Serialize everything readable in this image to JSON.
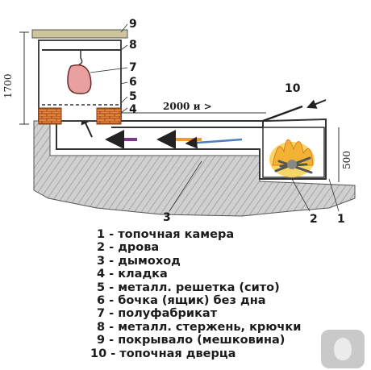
{
  "dimensions": {
    "height_left": "1700",
    "flue_length": "2000 и >",
    "firebox_height": "500"
  },
  "callouts": {
    "n1": "1",
    "n2": "2",
    "n3": "3",
    "n4": "4",
    "n5": "5",
    "n6": "6",
    "n7": "7",
    "n8": "8",
    "n9": "9",
    "n10": "10"
  },
  "legend": [
    "1 - топочная камера",
    "2 - дрова",
    "3 - дымоход",
    "4 - кладка",
    "5 - металл. решетка (сито)",
    "6 - бочка (ящик) без дна",
    "7 - полуфабрикат",
    "8 - металл. стержень, крючки",
    "9 - покрывало (мешковина)",
    "10 - топочная дверца"
  ],
  "colors": {
    "ground": "#c9c9c9",
    "brick": "#e2833c",
    "fire": "#f2b335",
    "arrow_purple": "#7b3a8c",
    "arrow_orange": "#ec9a3a",
    "arrow_blue": "#4a7fc0"
  }
}
